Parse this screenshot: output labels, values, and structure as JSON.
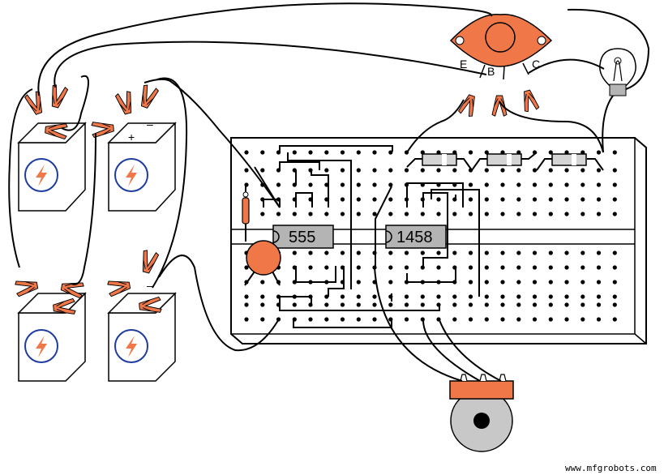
{
  "chips": {
    "timer_label": "555",
    "opamp_label": "1458"
  },
  "transistor": {
    "emitter_label": "E",
    "base_label": "B",
    "collector_label": "C"
  },
  "batteries": {
    "top_right": {
      "minus": "–",
      "plus": "+"
    },
    "top_left": {
      "minus": "–"
    },
    "bottom_right": {
      "minus": "–"
    }
  },
  "watermark": "www.mfgrobots.com",
  "colors": {
    "clip_orange": "#f07848",
    "component_orange": "#f07848",
    "ic_gray": "#b4b4b4",
    "resistor_body": "#d4d4d4",
    "bolt_blue": "#1e3ca0",
    "pot_knob_gray": "#c8c8c8"
  }
}
